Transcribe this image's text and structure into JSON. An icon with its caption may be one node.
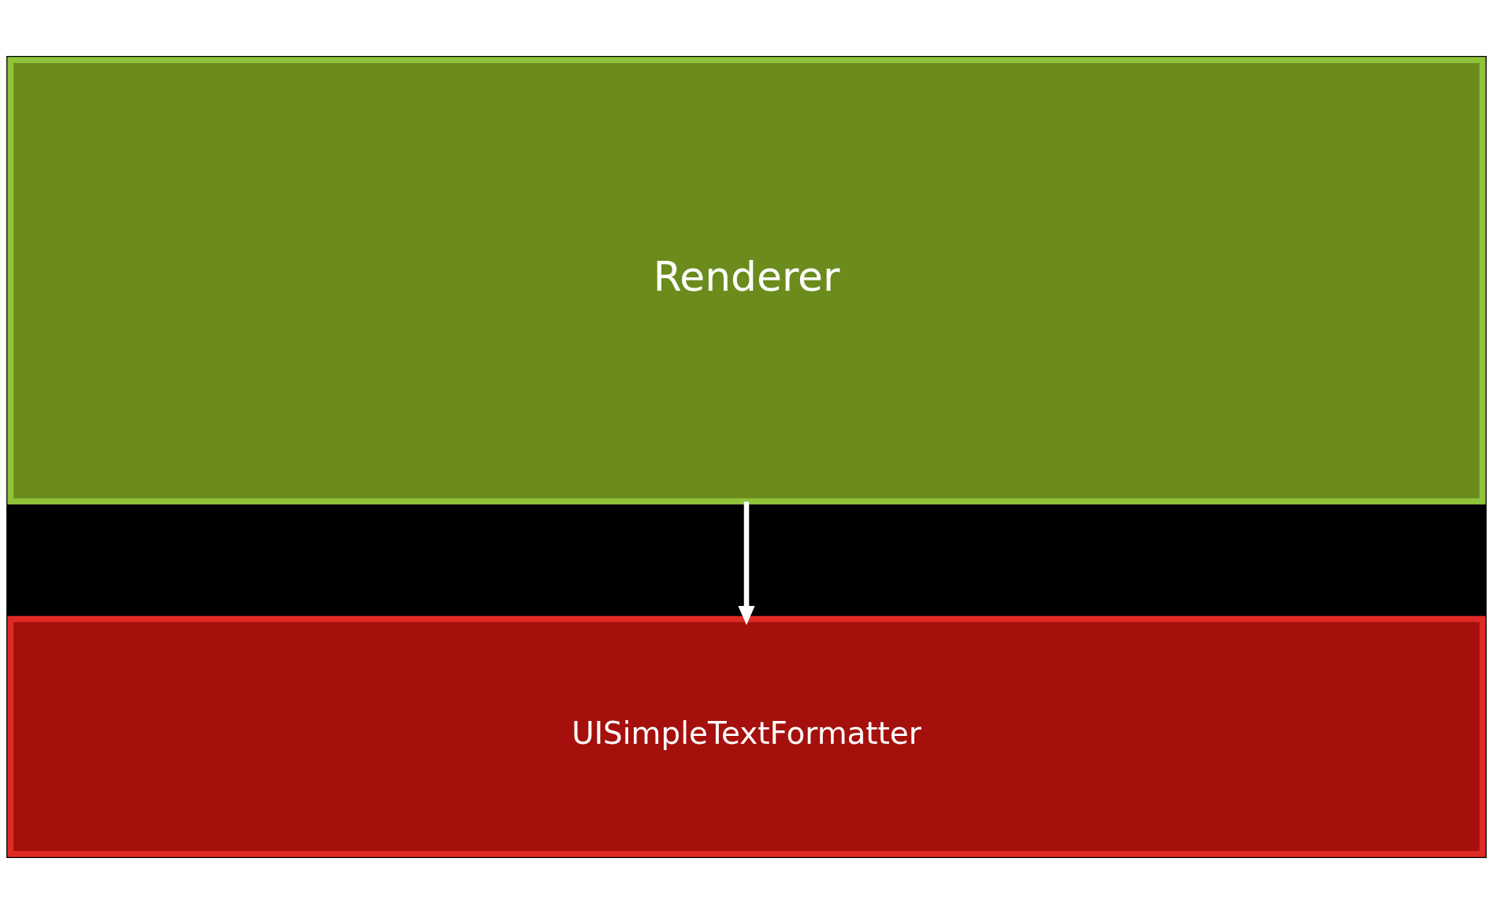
{
  "diagram": {
    "nodes": [
      {
        "text": [
          "Renderer"
        ]
      },
      {
        "text": [
          "UISimpleTextFormatter"
        ]
      }
    ],
    "edges": [
      {
        "from": 0,
        "to": 1,
        "arrow": "to"
      }
    ]
  }
}
